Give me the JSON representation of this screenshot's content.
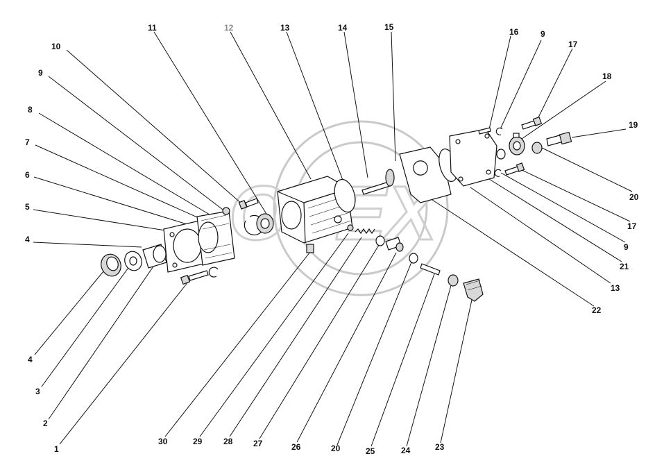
{
  "watermark": {
    "text": "OTEX"
  },
  "labels": [
    {
      "id": "l11",
      "text": "11"
    },
    {
      "id": "l12",
      "text": "12",
      "grey": true
    },
    {
      "id": "l13a",
      "text": "13"
    },
    {
      "id": "l14",
      "text": "14"
    },
    {
      "id": "l15",
      "text": "15"
    },
    {
      "id": "l16",
      "text": "16"
    },
    {
      "id": "l9a",
      "text": "9"
    },
    {
      "id": "l17a",
      "text": "17"
    },
    {
      "id": "l18",
      "text": "18"
    },
    {
      "id": "l19",
      "text": "19"
    },
    {
      "id": "l20a",
      "text": "20"
    },
    {
      "id": "l17b",
      "text": "17"
    },
    {
      "id": "l9b",
      "text": "9"
    },
    {
      "id": "l21",
      "text": "21"
    },
    {
      "id": "l13b",
      "text": "13"
    },
    {
      "id": "l22",
      "text": "22"
    },
    {
      "id": "l10",
      "text": "10"
    },
    {
      "id": "l9c",
      "text": "9"
    },
    {
      "id": "l8",
      "text": "8"
    },
    {
      "id": "l7",
      "text": "7"
    },
    {
      "id": "l6",
      "text": "6"
    },
    {
      "id": "l5",
      "text": "5"
    },
    {
      "id": "l4a",
      "text": "4"
    },
    {
      "id": "l4b",
      "text": "4"
    },
    {
      "id": "l3",
      "text": "3"
    },
    {
      "id": "l2",
      "text": "2"
    },
    {
      "id": "l1",
      "text": "1"
    },
    {
      "id": "l30",
      "text": "30"
    },
    {
      "id": "l29",
      "text": "29"
    },
    {
      "id": "l28",
      "text": "28"
    },
    {
      "id": "l27",
      "text": "27"
    },
    {
      "id": "l26",
      "text": "26"
    },
    {
      "id": "l20b",
      "text": "20"
    },
    {
      "id": "l25",
      "text": "25"
    },
    {
      "id": "l24",
      "text": "24"
    },
    {
      "id": "l23",
      "text": "23"
    }
  ]
}
